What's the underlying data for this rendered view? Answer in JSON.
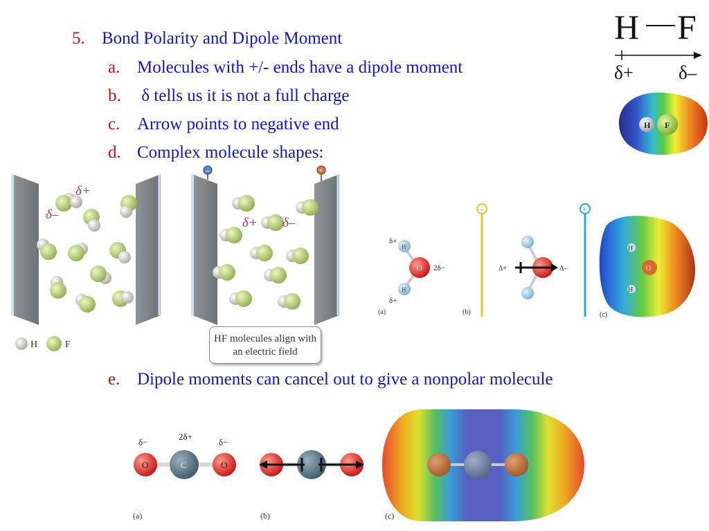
{
  "outline": {
    "item5": {
      "marker": "5.",
      "text": "Bond Polarity and Dipole Moment"
    },
    "a": {
      "marker": "a.",
      "text": "Molecules with +/- ends have a dipole moment"
    },
    "b": {
      "marker": "b.",
      "text": " δ tells us it is not a full charge"
    },
    "c": {
      "marker": "c.",
      "text": "Arrow points to negative end"
    },
    "d": {
      "marker": "d.",
      "text": "Complex molecule shapes:"
    },
    "e": {
      "marker": "e.",
      "text": "Dipole moments can cancel out to give a nonpolar molecule"
    }
  },
  "hf_dipole": {
    "h": "H",
    "f": "F",
    "delta_plus": "δ+",
    "delta_minus": "δ–",
    "map_h": "H",
    "map_f": "F"
  },
  "hf_field_figure": {
    "left_delta_plus": "δ+",
    "left_delta_minus": "δ–",
    "right_delta_plus": "δ+",
    "right_delta_minus": "δ–",
    "legend_h": "H",
    "legend_f": "F",
    "callout": "HF molecules align with an electric field",
    "plate_minus": "–",
    "plate_plus": "+"
  },
  "water_figure": {
    "d_plus_top": "δ+",
    "d_plus_bottom": "δ+",
    "two_d_minus": "2δ−",
    "h": "H",
    "o": "O",
    "delta_plus": "Δ+",
    "delta_minus": "Δ–",
    "label_a": "(a)",
    "label_b": "(b)",
    "label_c": "(c)",
    "minus": "–",
    "plus": "+"
  },
  "co2_figure": {
    "d_minus_left": "δ−",
    "two_d_plus": "2δ+",
    "d_minus_right": "δ−",
    "o": "O",
    "c": "C",
    "label_a": "(a)",
    "label_b": "(b)",
    "label_c": "(c)"
  },
  "colors": {
    "text_blue": "#1414c8",
    "marker_red": "#c01010"
  }
}
